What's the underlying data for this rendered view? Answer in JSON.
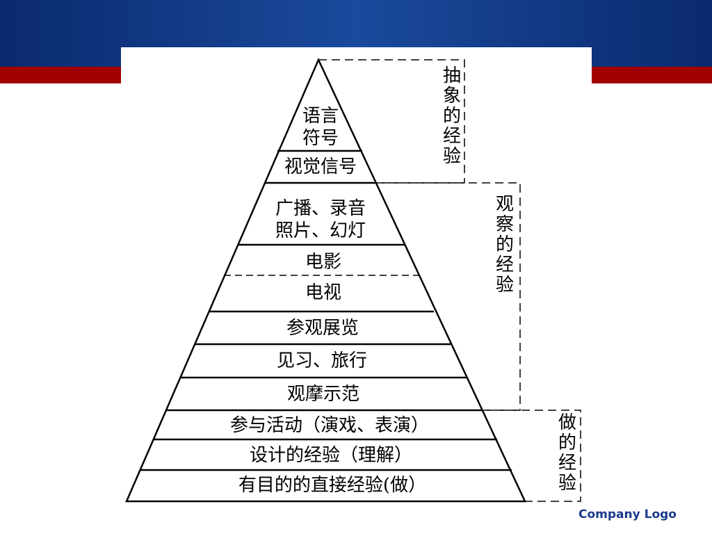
{
  "slide": {
    "logo_text": "Company Logo",
    "colors": {
      "header_blue": "#1a4a9c",
      "band_red": "#a00000",
      "logo_blue": "#1a3a8c"
    }
  },
  "cone": {
    "levels": [
      {
        "id": "symbols",
        "lines": [
          "语言",
          "符号"
        ]
      },
      {
        "id": "visual",
        "lines": [
          "视觉信号"
        ]
      },
      {
        "id": "broadcast",
        "lines": [
          "广播、录音",
          "照片、幻灯"
        ]
      },
      {
        "id": "film",
        "lines": [
          "电影"
        ]
      },
      {
        "id": "tv",
        "lines": [
          "电视"
        ]
      },
      {
        "id": "exhibit",
        "lines": [
          "参观展览"
        ]
      },
      {
        "id": "trip",
        "lines": [
          "见习、旅行"
        ]
      },
      {
        "id": "demo",
        "lines": [
          "观摩示范"
        ]
      },
      {
        "id": "drama",
        "lines": [
          "参与活动（演戏、表演）"
        ]
      },
      {
        "id": "contrived",
        "lines": [
          "设计的经验（理解）"
        ]
      },
      {
        "id": "direct",
        "lines": [
          "有目的的直接经验(做）"
        ]
      }
    ],
    "groups": [
      {
        "id": "abstract",
        "label": "抽象的经验"
      },
      {
        "id": "observe",
        "label": "观察的经验"
      },
      {
        "id": "doing",
        "label": "做的经验"
      }
    ]
  }
}
